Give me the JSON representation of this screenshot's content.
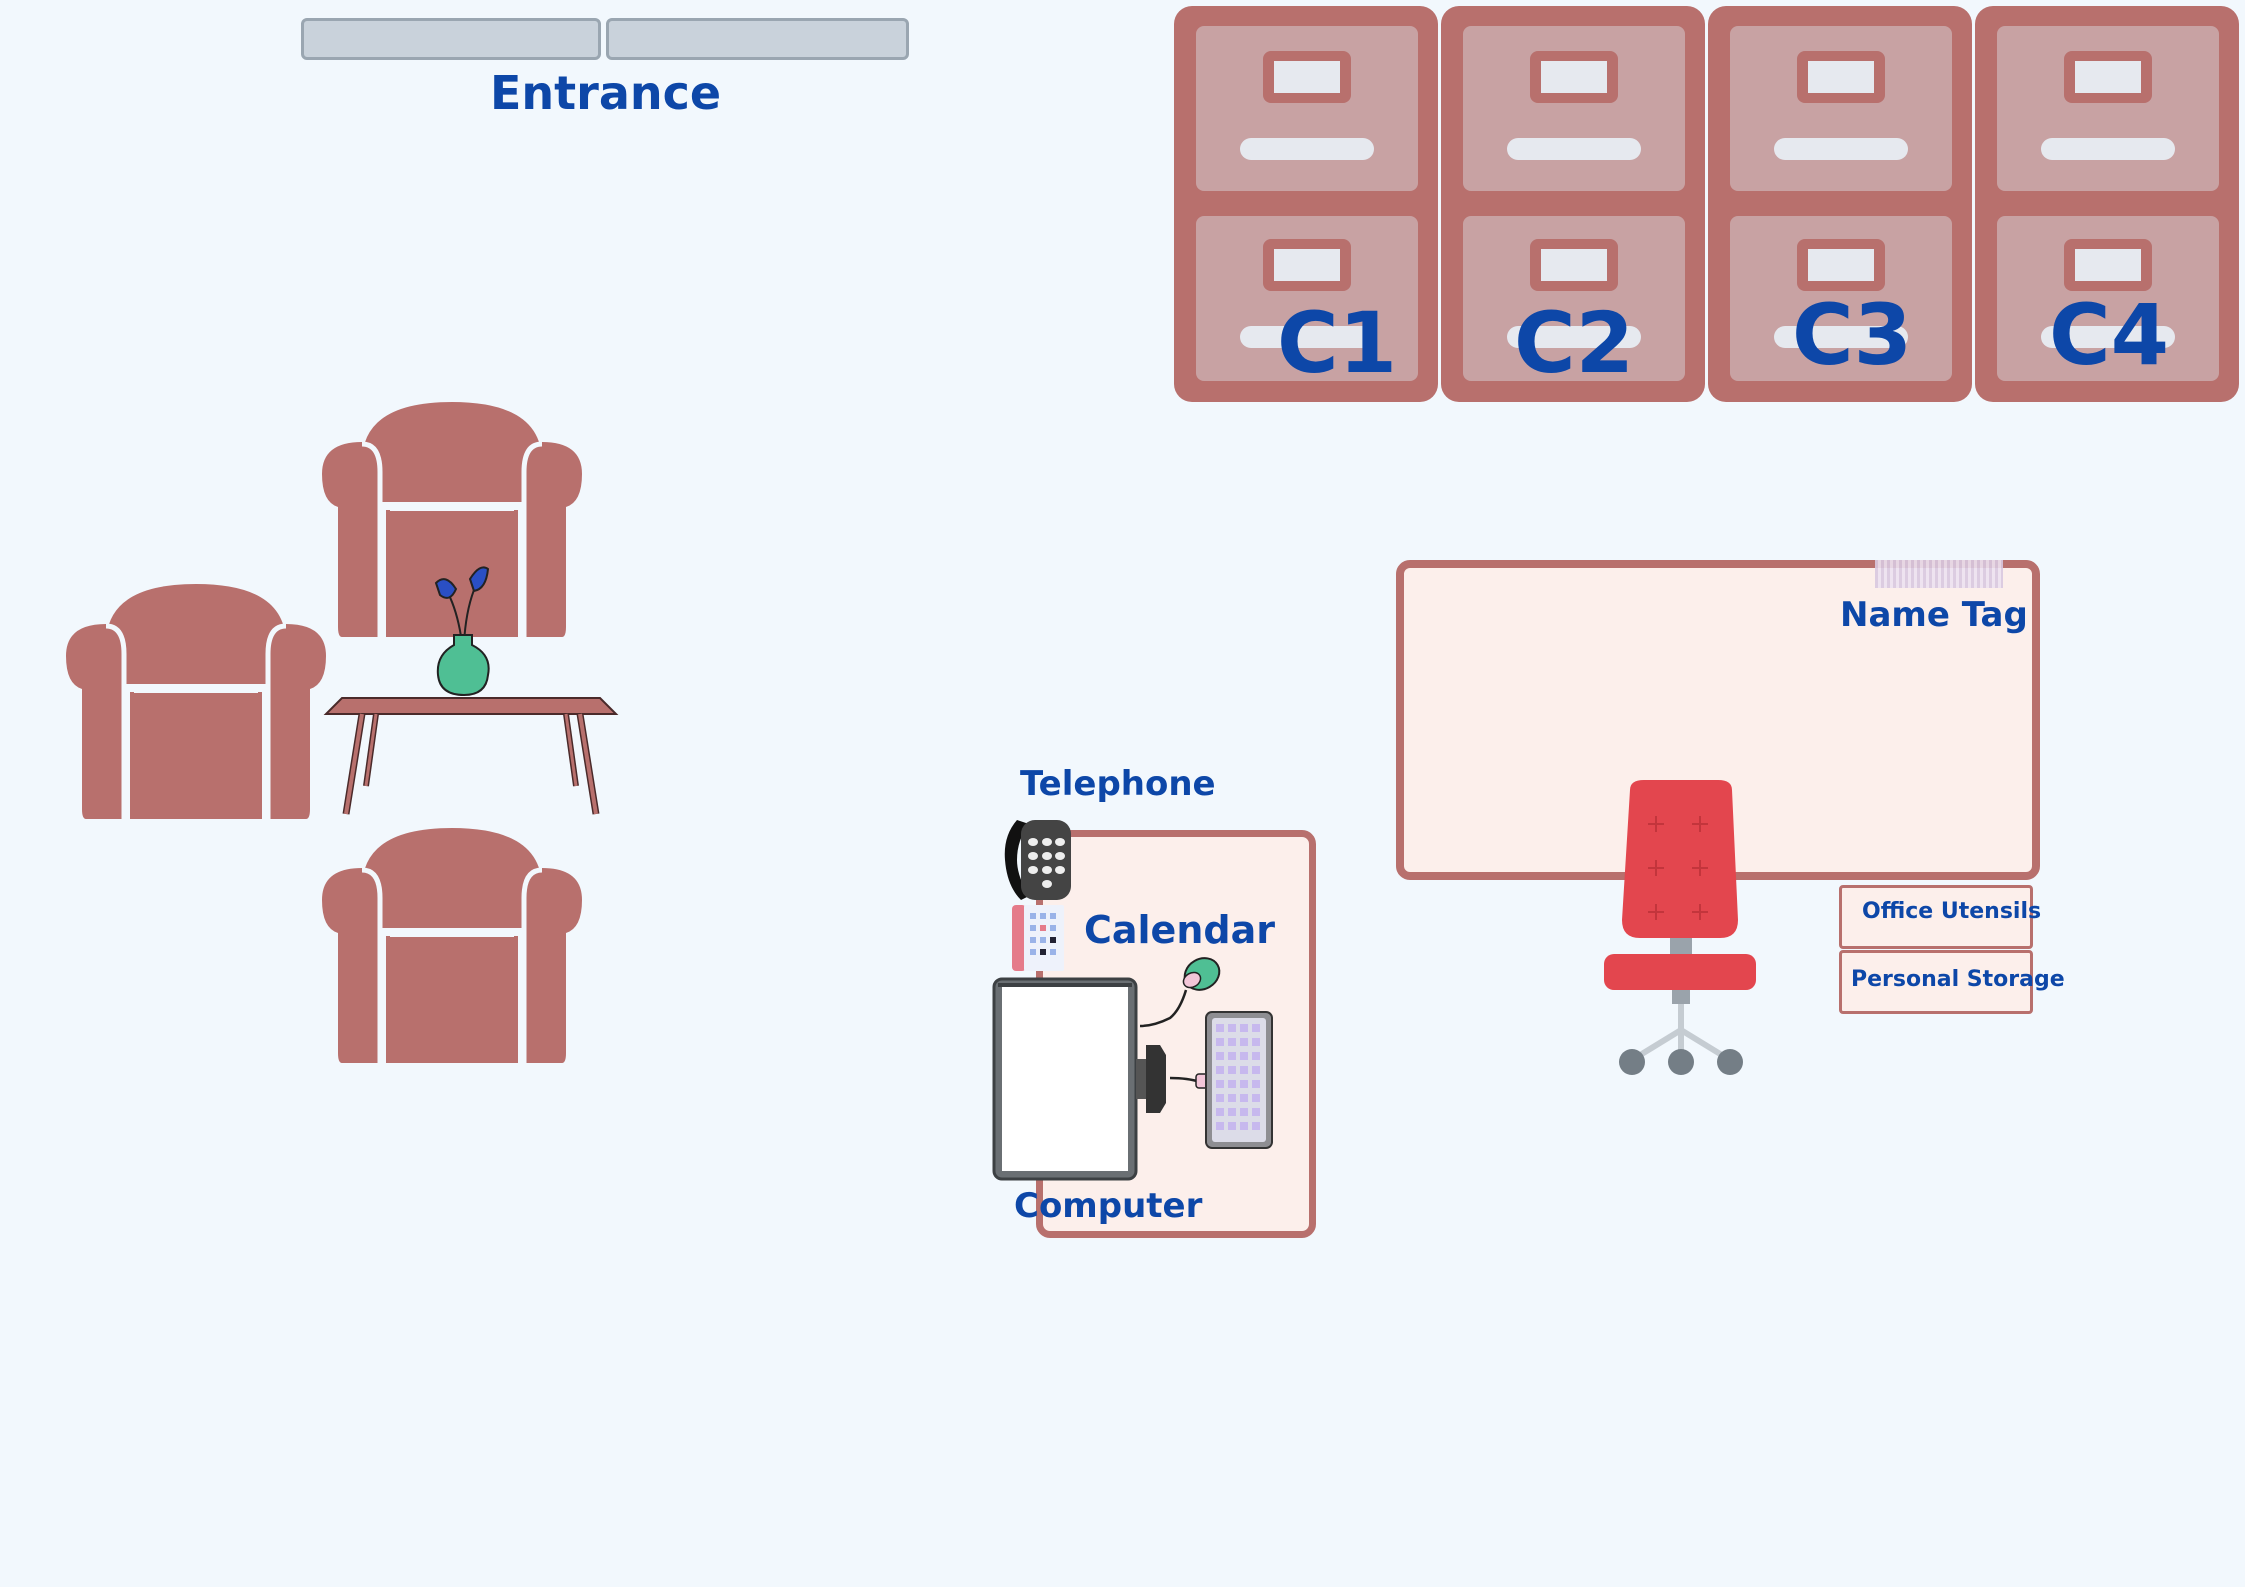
{
  "labels": {
    "entrance": "Entrance",
    "name_tag": "Name Tag",
    "telephone": "Telephone",
    "calendar": "Calendar",
    "computer": "Computer",
    "office_utensils": "Office Utensils",
    "personal_storage": "Personal Storage"
  },
  "cabinets": [
    {
      "label": "C1"
    },
    {
      "label": "C2"
    },
    {
      "label": "C3"
    },
    {
      "label": "C4"
    }
  ],
  "colors": {
    "background": "#f2f8fd",
    "label_blue": "#0d47a8",
    "furniture": "#b8706d",
    "cabinet_face": "#c8a2a3",
    "desk_fill": "#fcefeb",
    "chair_red": "#e3464e",
    "vase_green": "#4fbf94",
    "door_grey": "#c9d2db"
  },
  "icons": [
    "armchair-icon",
    "coffee-table-icon",
    "vase-icon",
    "filing-cabinet-icon",
    "office-chair-icon",
    "telephone-icon",
    "calendar-icon",
    "monitor-icon",
    "mouse-icon",
    "keyboard-icon"
  ]
}
